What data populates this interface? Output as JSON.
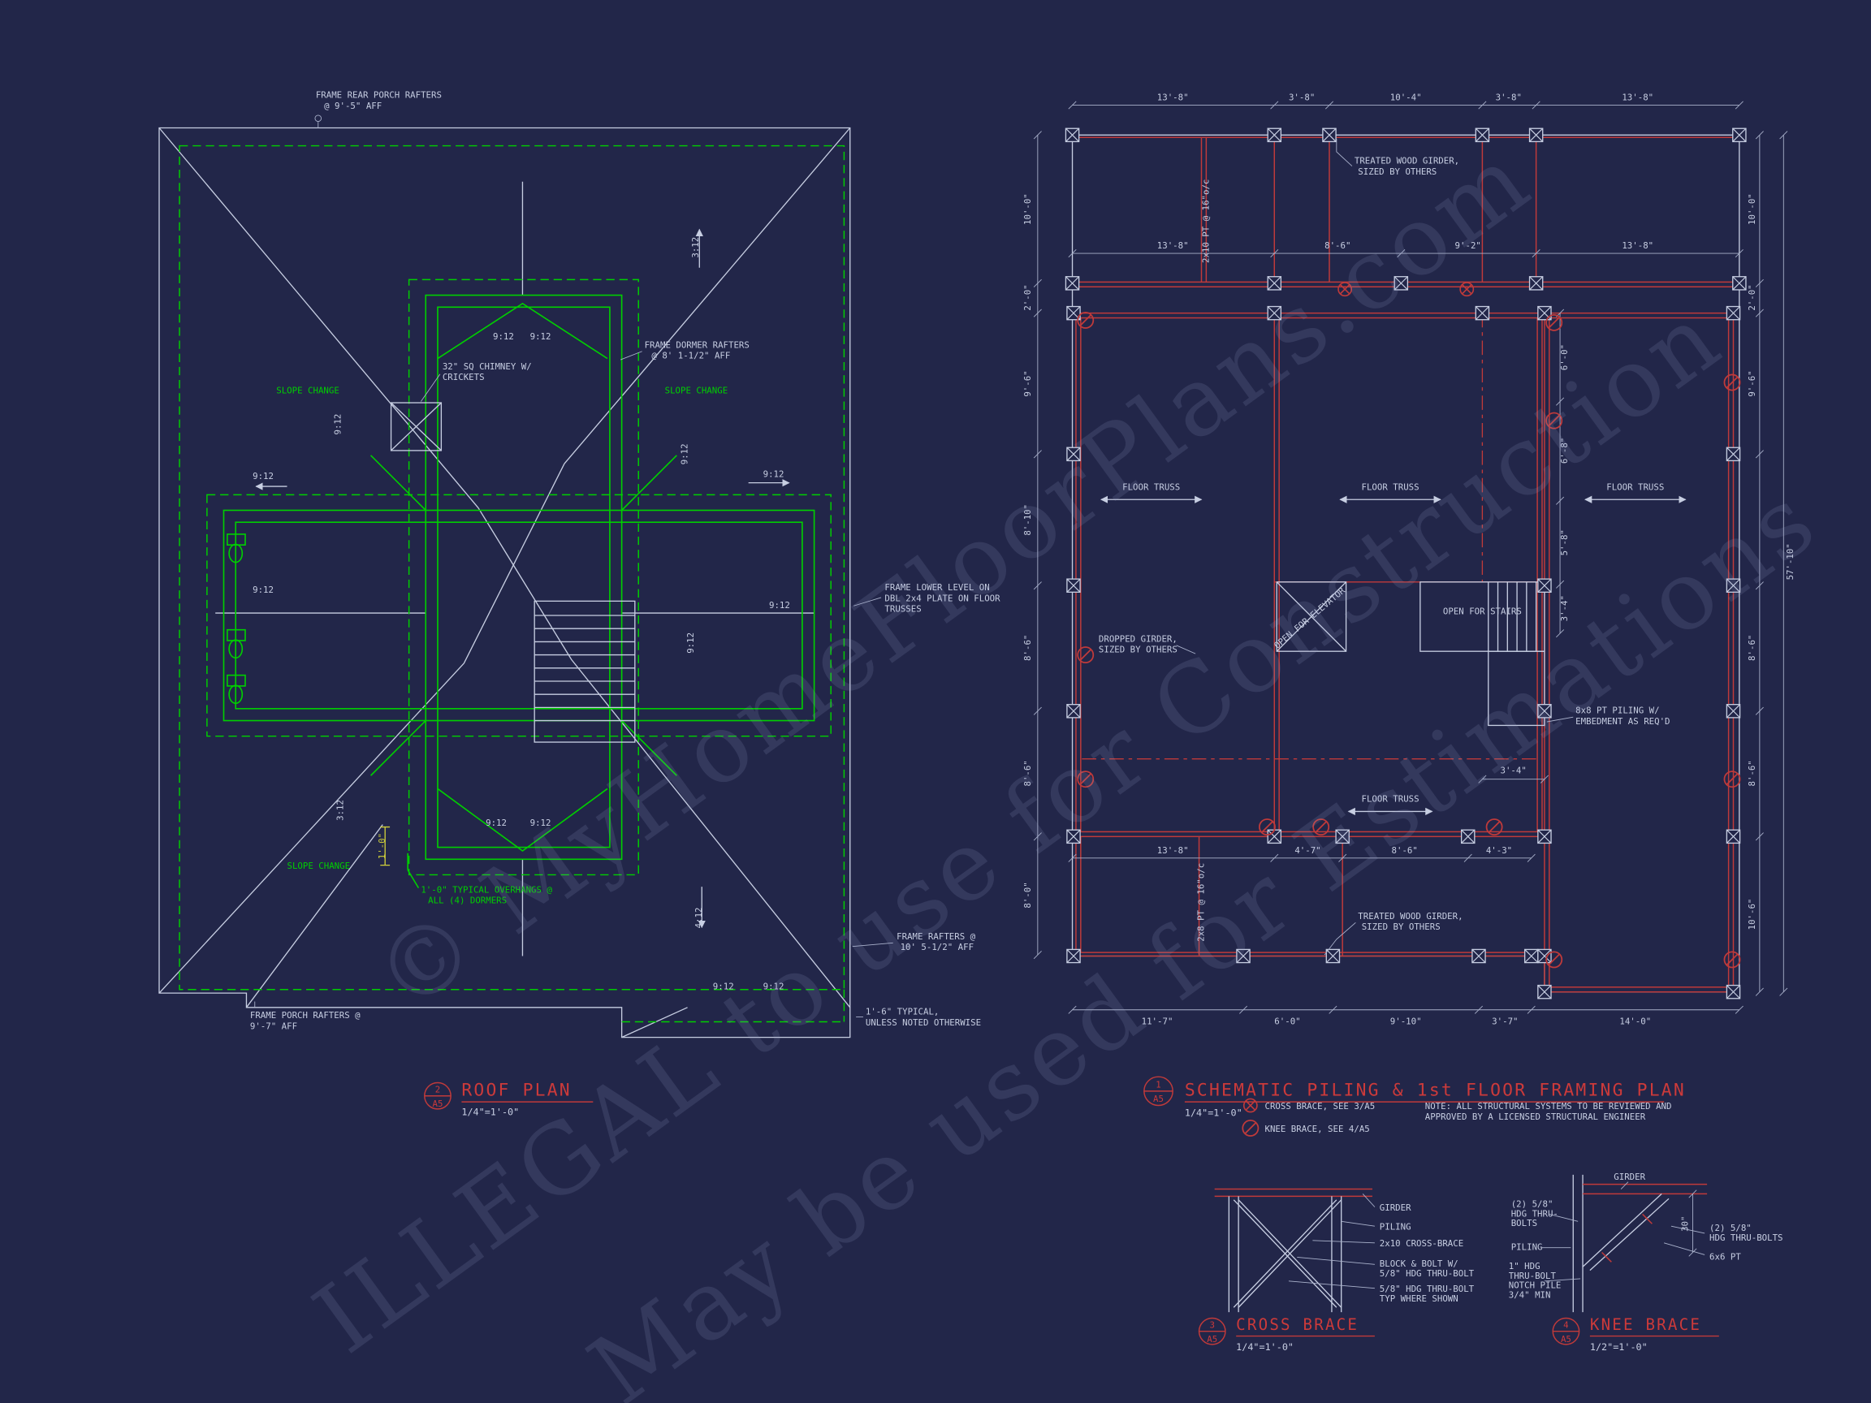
{
  "colors": {
    "background": "#222649",
    "cad_green": "#00cf00",
    "cad_red": "#c03a3a",
    "cad_white": "#c7cee2",
    "cad_yellow": "#cfcf3a",
    "title_red": "#cc3a3a",
    "watermark": "#9aa4cf"
  },
  "watermark": {
    "line1": "© MyHomeFloorPlans.com",
    "line2": "ILLEGAL to use for Construction",
    "line3": "May be used for Estimations"
  },
  "roof": {
    "callouts": {
      "rear_porch_1": "FRAME REAR PORCH RAFTERS",
      "rear_porch_2": "@ 9'-5\" AFF",
      "chimney_1": "32\" SQ CHIMNEY W/",
      "chimney_2": "CRICKETS",
      "dormer_1": "FRAME DORMER RAFTERS",
      "dormer_2": "@ 8' 1-1/2\" AFF",
      "slope_change": "SLOPE CHANGE",
      "lower_1": "FRAME LOWER LEVEL ON",
      "lower_2": "DBL 2x4 PLATE ON FLOOR",
      "lower_3": "TRUSSES",
      "overhang_dim": "1'-0\"",
      "dormer_oh_1": "1'-0\" TYPICAL OVERHANGS @",
      "dormer_oh_2": "ALL (4) DORMERS",
      "rafters_1": "FRAME RAFTERS @",
      "rafters_2": "10' 5-1/2\" AFF",
      "porch_1": "FRAME PORCH RAFTERS @",
      "porch_2": "9'-7\" AFF",
      "typical_1": "1'-6\" TYPICAL,",
      "typical_2": "UNLESS NOTED OTHERWISE"
    },
    "slopes": {
      "s912": "9:12",
      "s312": "3:12",
      "s412": "4:12"
    },
    "title": {
      "num": "2",
      "sheet": "A5",
      "name": "ROOF PLAN",
      "scale": "1/4\"=1'-0\""
    }
  },
  "framing": {
    "dims": {
      "top1": [
        "13'-8\"",
        "3'-8\"",
        "10'-4\"",
        "3'-8\"",
        "13'-8\""
      ],
      "top2": [
        "13'-8\"",
        "8'-6\"",
        "9'-2\"",
        "13'-8\""
      ],
      "left": [
        "10'-0\"",
        "2'-0\"",
        "9'-6\"",
        "8'-10\"",
        "8'-6\"",
        "8'-6\"",
        "8'-0\""
      ],
      "right_outer": [
        "10'-0\"",
        "2'-0\"",
        "9'-6\"",
        "8'-6\"",
        "8'-6\"",
        "10'-6\""
      ],
      "right_total": "57'-10\"",
      "right_inner": [
        "6'-0\"",
        "6'-8\"",
        "5'-8\"",
        "3'-4\""
      ],
      "bottom1": [
        "13'-8\"",
        "4'-7\"",
        "8'-6\"",
        "4'-3\""
      ],
      "bottom2": [
        "11'-7\"",
        "6'-0\"",
        "9'-10\"",
        "3'-7\"",
        "14'-0\""
      ],
      "stair": "3'-4\""
    },
    "labels": {
      "girder_top_1": "TREATED WOOD GIRDER,",
      "girder_top_2": "SIZED BY OTHERS",
      "joist_top": "2x10 PT @ 16\"o/c",
      "floor_truss": "FLOOR TRUSS",
      "dropped_1": "DROPPED GIRDER,",
      "dropped_2": "SIZED BY OTHERS",
      "elevator": "OPEN FOR ELEVATOR",
      "stairs": "OPEN FOR STAIRS",
      "piling_1": "8x8 PT PILING W/",
      "piling_2": "EMBEDMENT AS REQ'D",
      "joist_bottom": "2x8 PT @ 16\"o/c",
      "girder_bot_1": "TREATED WOOD GIRDER,",
      "girder_bot_2": "SIZED BY OTHERS"
    },
    "legend": {
      "cross": "CROSS BRACE, SEE 3/A5",
      "knee": "KNEE BRACE, SEE 4/A5"
    },
    "note_1": "NOTE: ALL STRUCTURAL SYSTEMS TO BE REVIEWED AND",
    "note_2": "APPROVED BY A LICENSED STRUCTURAL ENGINEER",
    "title": {
      "num": "1",
      "sheet": "A5",
      "name": "SCHEMATIC PILING & 1st FLOOR FRAMING PLAN",
      "scale": "1/4\"=1'-0\""
    }
  },
  "cross_brace": {
    "labels": {
      "girder": "GIRDER",
      "piling": "PILING",
      "brace": "2x10 CROSS-BRACE",
      "block_1": "BLOCK & BOLT W/",
      "block_2": "5/8\" HDG THRU-BOLT",
      "bolt_1": "5/8\" HDG THRU-BOLT",
      "bolt_2": "TYP WHERE SHOWN"
    },
    "title": {
      "num": "3",
      "sheet": "A5",
      "name": "CROSS BRACE",
      "scale": "1/4\"=1'-0\""
    }
  },
  "knee_brace": {
    "labels": {
      "girder": "GIRDER",
      "bolts_l1": "(2) 5/8\"",
      "bolts_l2": "HDG THRU-",
      "bolts_l3": "BOLTS",
      "piling": "PILING",
      "bolts_r1": "(2) 5/8\"",
      "bolts_r2": "HDG THRU-BOLTS",
      "post": "6x6 PT",
      "notch_1": "1\" HDG",
      "notch_2": "THRU-BOLT",
      "notch_3": "NOTCH PILE",
      "notch_4": "3/4\" MIN",
      "angle": "30\""
    },
    "title": {
      "num": "4",
      "sheet": "A5",
      "name": "KNEE BRACE",
      "scale": "1/2\"=1'-0\""
    }
  }
}
